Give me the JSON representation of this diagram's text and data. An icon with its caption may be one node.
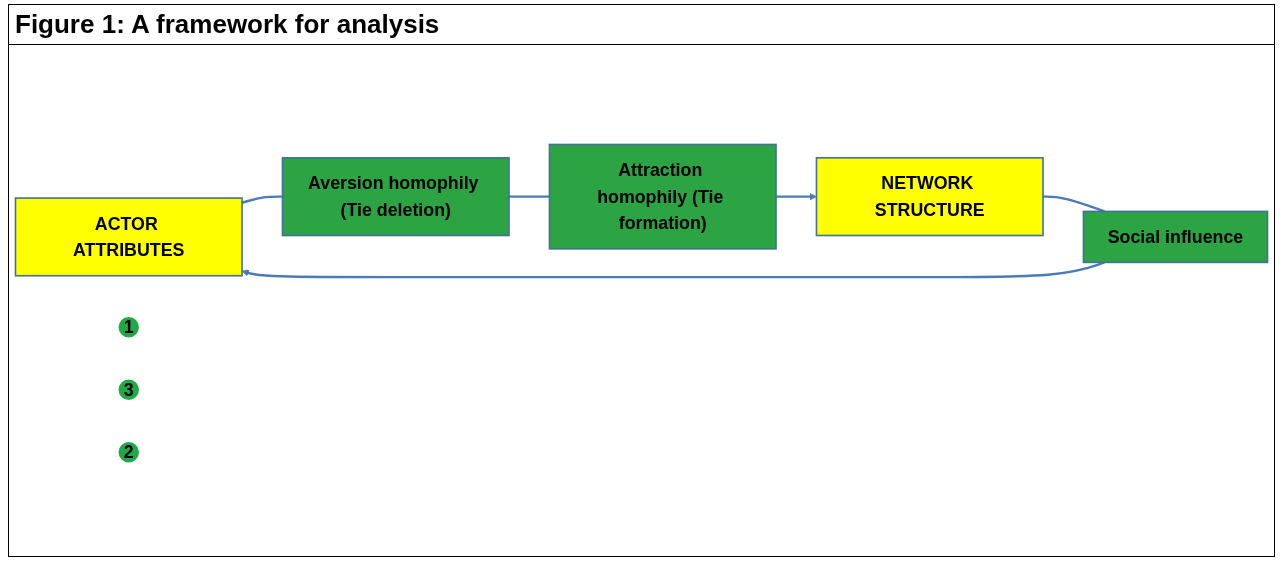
{
  "diagram": {
    "title": "Figure 1: A framework for analysis",
    "nodes": [
      {
        "text": [
          "ACTOR ATTRIBUTES"
        ]
      },
      {
        "text": [
          "1"
        ]
      },
      {
        "text": [
          "Aversion homophily (Tie deletion)"
        ]
      },
      {
        "text": [
          "3"
        ]
      },
      {
        "text": [
          "Social influence"
        ]
      },
      {
        "text": [
          "2"
        ]
      },
      {
        "text": [
          "Attraction homophily (Tie formation)"
        ]
      },
      {
        "text": [
          "NETWORK STRUCTURE"
        ]
      }
    ],
    "edges": [
      {
        "from": 0,
        "to": 2,
        "arrow": "none"
      },
      {
        "from": 2,
        "to": 6,
        "arrow": "none"
      },
      {
        "from": 6,
        "to": 7,
        "arrow": "to"
      },
      {
        "from": 7,
        "to": 4,
        "arrow": "none"
      },
      {
        "from": 4,
        "to": 0,
        "arrow": "to"
      }
    ]
  }
}
